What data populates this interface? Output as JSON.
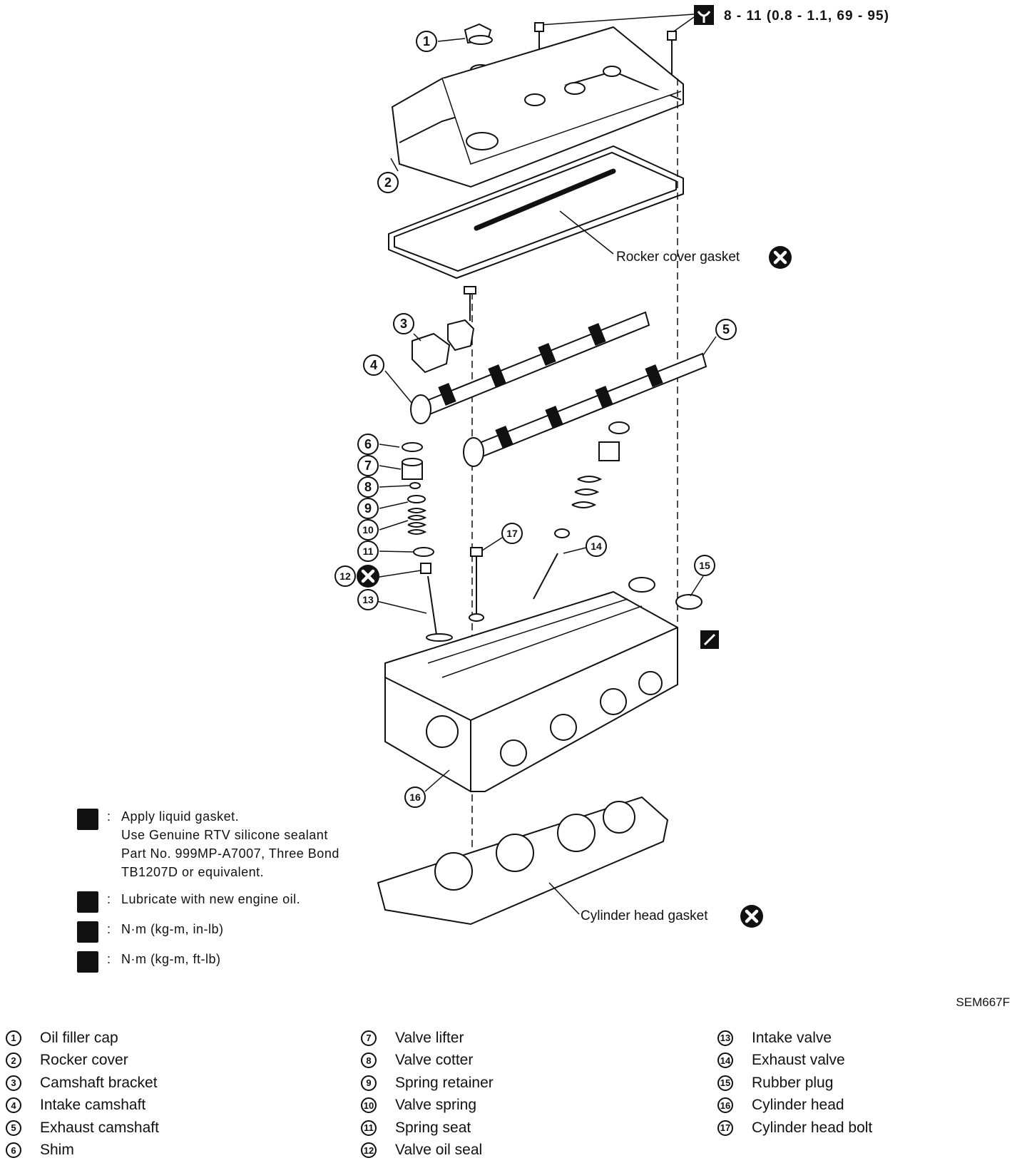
{
  "torque_spec": "8 - 11 (0.8 - 1.1, 69 - 95)",
  "callouts": {
    "rocker_cover_gasket": "Rocker cover gasket",
    "cylinder_head_gasket": "Cylinder head gasket"
  },
  "part_numbers": [
    "1",
    "2",
    "3",
    "4",
    "5",
    "6",
    "7",
    "8",
    "9",
    "10",
    "11",
    "12",
    "13",
    "14",
    "15",
    "16",
    "17"
  ],
  "legend": {
    "liquid_gasket": {
      "lines": [
        "Apply liquid gasket.",
        "Use Genuine RTV silicone sealant",
        "Part No. 999MP-A7007, Three Bond",
        "TB1207D or equivalent."
      ],
      "icon": "liquid-gasket-icon"
    },
    "lubricate": {
      "text": "Lubricate with new engine oil.",
      "icon": "oil-can-icon"
    },
    "torque_in_lb": {
      "text": "N·m (kg-m, in-lb)",
      "icon": "torque-wrench-icon"
    },
    "torque_ft_lb": {
      "text": "N·m (kg-m, ft-lb)",
      "icon": "torque-wrench-icon"
    },
    "separator": ":"
  },
  "figure_id": "SEM667F",
  "parts_list": [
    {
      "num": "1",
      "name": "Oil filler cap"
    },
    {
      "num": "2",
      "name": "Rocker cover"
    },
    {
      "num": "3",
      "name": "Camshaft bracket"
    },
    {
      "num": "4",
      "name": "Intake camshaft"
    },
    {
      "num": "5",
      "name": "Exhaust camshaft"
    },
    {
      "num": "6",
      "name": "Shim"
    },
    {
      "num": "7",
      "name": "Valve lifter"
    },
    {
      "num": "8",
      "name": "Valve cotter"
    },
    {
      "num": "9",
      "name": "Spring retainer"
    },
    {
      "num": "10",
      "name": "Valve spring"
    },
    {
      "num": "11",
      "name": "Spring seat"
    },
    {
      "num": "12",
      "name": "Valve oil seal"
    },
    {
      "num": "13",
      "name": "Intake valve"
    },
    {
      "num": "14",
      "name": "Exhaust valve"
    },
    {
      "num": "15",
      "name": "Rubber plug"
    },
    {
      "num": "16",
      "name": "Cylinder head"
    },
    {
      "num": "17",
      "name": "Cylinder head bolt"
    }
  ],
  "icons": {
    "replace": "x-circle-icon",
    "torque": "torque-wrench-icon",
    "liquid_gasket": "liquid-gasket-icon"
  }
}
